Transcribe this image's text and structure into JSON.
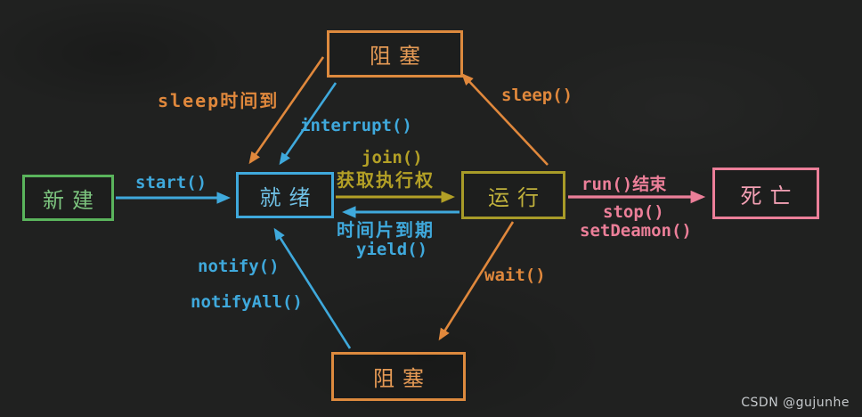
{
  "diagram": {
    "type": "state-diagram",
    "subject": "Java thread lifecycle",
    "palette": {
      "background": "#202120",
      "orange": "#e0883c",
      "cyan": "#3fa9dc",
      "green": "#5ab45c",
      "yellow": "#b3a026",
      "pink": "#ec7f99",
      "watermark_gray": "#c6cacd"
    },
    "nodes": {
      "blocked_top": {
        "label": "阻塞",
        "color": "#e0883c"
      },
      "new_state": {
        "label": "新建",
        "color": "#5ab45c"
      },
      "ready": {
        "label": "就绪",
        "color": "#3fa9dc"
      },
      "running": {
        "label": "运行",
        "color": "#b3a026"
      },
      "dead": {
        "label": "死亡",
        "color": "#ec7f99"
      },
      "blocked_bottom": {
        "label": "阻塞",
        "color": "#e0883c"
      }
    },
    "labels": {
      "sleep_timeout": "sleep时间到",
      "interrupt": "interrupt()",
      "sleep": "sleep()",
      "start": "start()",
      "join": "join()",
      "acquire": "获取执行权",
      "timeslice": "时间片到期",
      "yield": "yield()",
      "run_end": "run()结束",
      "stop": "stop()",
      "set_deamon": "setDeamon()",
      "notify": "notify()",
      "notify_all": "notifyAll()",
      "wait": "wait()"
    },
    "edges": [
      {
        "name": "start",
        "from": "new_state",
        "to": "ready",
        "label": "start()",
        "color": "cyan"
      },
      {
        "name": "sleep-timeout",
        "from": "blocked_top",
        "to": "ready",
        "label": "sleep时间到",
        "color": "orange"
      },
      {
        "name": "interrupt",
        "from": "blocked_top",
        "to": "ready",
        "label": "interrupt()",
        "color": "cyan"
      },
      {
        "name": "sleep",
        "from": "running",
        "to": "blocked_top",
        "label": "sleep()",
        "color": "orange"
      },
      {
        "name": "join-acquire",
        "from": "ready",
        "to": "running",
        "label": "join() 获取执行权",
        "color": "yellow"
      },
      {
        "name": "yield",
        "from": "running",
        "to": "ready",
        "label": "时间片到期 yield()",
        "color": "cyan"
      },
      {
        "name": "run-end",
        "from": "running",
        "to": "dead",
        "label": "run()结束 stop() setDeamon()",
        "color": "pink"
      },
      {
        "name": "wait",
        "from": "running",
        "to": "blocked_bottom",
        "label": "wait()",
        "color": "orange"
      },
      {
        "name": "notify",
        "from": "blocked_bottom",
        "to": "ready",
        "label": "notify() notifyAll()",
        "color": "cyan"
      }
    ],
    "watermark": "CSDN @gujunhe"
  }
}
